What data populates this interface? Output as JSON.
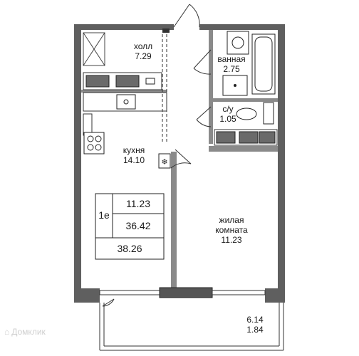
{
  "rooms": {
    "hall": {
      "name": "холл",
      "area": "7.29"
    },
    "bathroom": {
      "name": "ванная",
      "area": "2.75"
    },
    "wc": {
      "name": "с/у",
      "area": "1.05"
    },
    "kitchen": {
      "name": "кухня",
      "area": "14.10"
    },
    "living": {
      "name_line1": "жилая",
      "name_line2": "комната",
      "area": "11.23"
    },
    "balcony": {
      "area_full": "6.14",
      "area_reduced": "1.84"
    }
  },
  "summary": {
    "rooms_label": "1е",
    "living_area": "11.23",
    "total_area": "36.42",
    "total_with_balcony": "38.26"
  },
  "watermark": {
    "text": "Домклик"
  },
  "colors": {
    "wall": "#5a5a5a",
    "wall_light": "#8c8c8c",
    "line": "#333333"
  }
}
